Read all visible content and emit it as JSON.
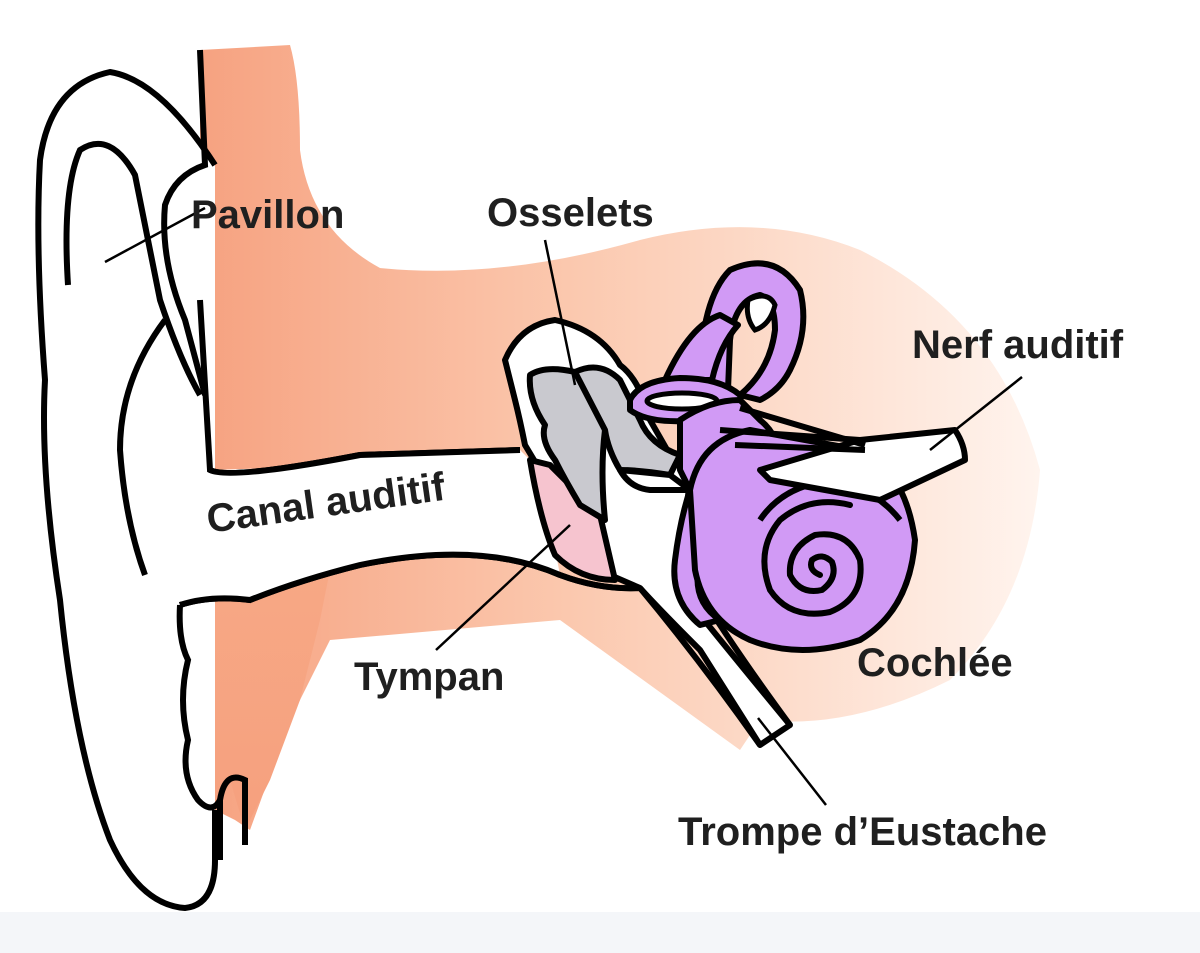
{
  "labels": {
    "pavillon": "Pavillon",
    "osselets": "Osselets",
    "nerf": "Nerf auditif",
    "canal": "Canal auditif",
    "tympan": "Tympan",
    "cochlee": "Cochlée",
    "trompe": "Trompe d’Eustache"
  },
  "colors": {
    "outer_ear": "#f6a07e",
    "outer_ear_fade": "#fde6da",
    "inner_ear": "#d19af5",
    "ossicles": "#c9c9cf",
    "eardrum": "#f6c4cf",
    "outline": "#000000",
    "text": "#1f1f1f"
  }
}
